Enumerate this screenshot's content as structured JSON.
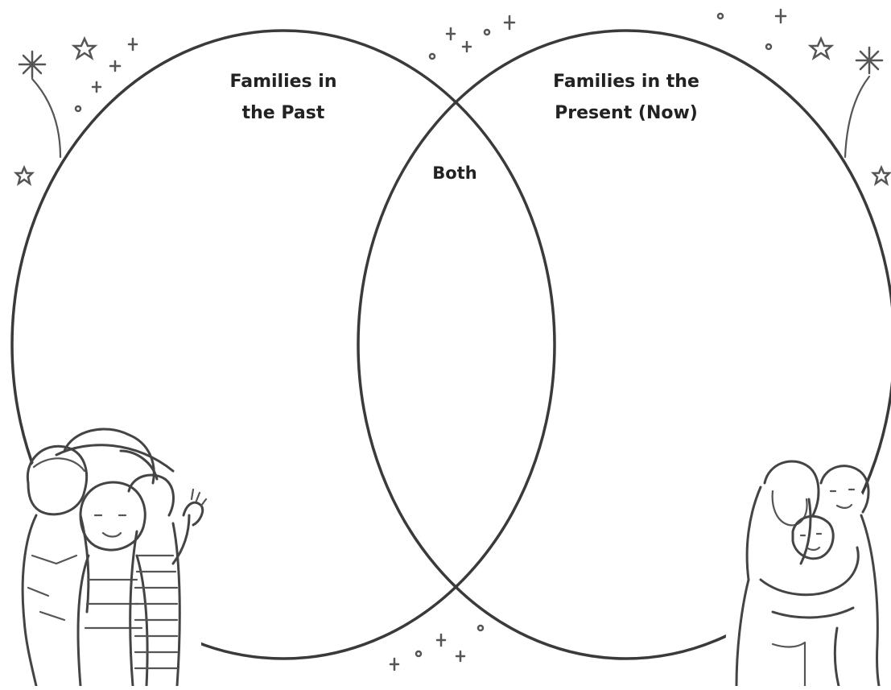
{
  "worksheet": {
    "left_label_line1": "Families in",
    "left_label_line2": "the Past",
    "right_label_line1": "Families in the",
    "right_label_line2": "Present (Now)",
    "center_label": "Both"
  },
  "illustrations": {
    "left_icon": "past-family-drawing-icon",
    "right_icon": "present-family-drawing-icon",
    "decoration_icon": "star-sparkle-icon"
  }
}
